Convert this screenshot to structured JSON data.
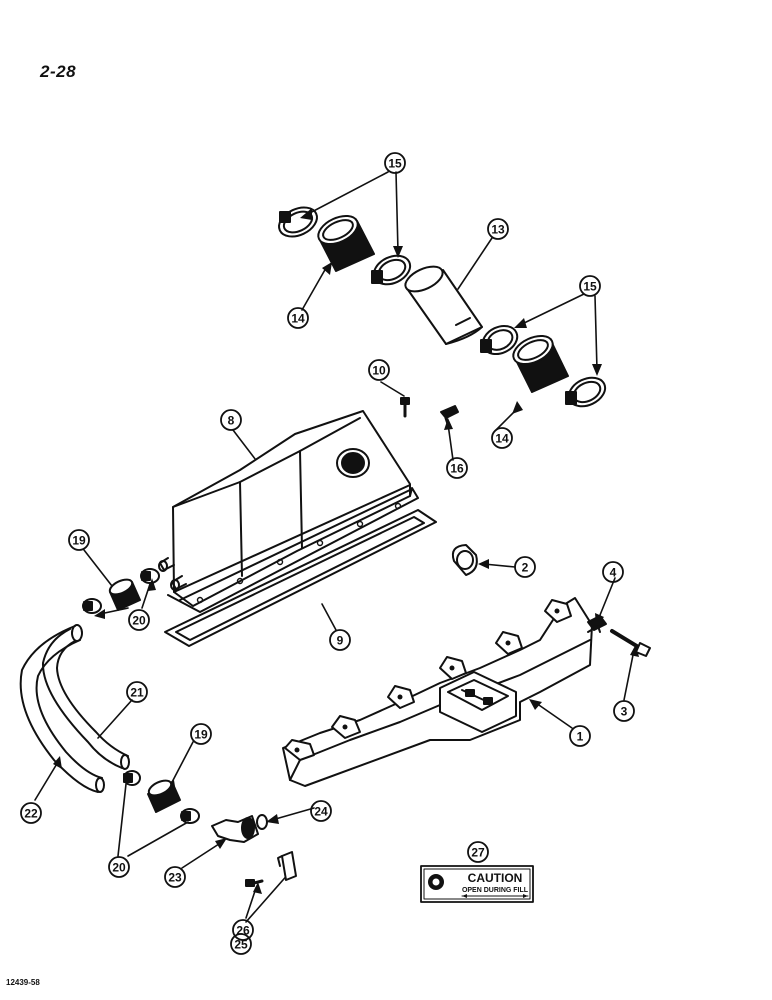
{
  "page_number": "2-28",
  "figure_code": "12439-58",
  "callouts": [
    {
      "id": "15a",
      "label": "15"
    },
    {
      "id": "13",
      "label": "13"
    },
    {
      "id": "14a",
      "label": "14"
    },
    {
      "id": "15b",
      "label": "15"
    },
    {
      "id": "10",
      "label": "10"
    },
    {
      "id": "8",
      "label": "8"
    },
    {
      "id": "14b",
      "label": "14"
    },
    {
      "id": "16",
      "label": "16"
    },
    {
      "id": "19a",
      "label": "19"
    },
    {
      "id": "2",
      "label": "2"
    },
    {
      "id": "4",
      "label": "4"
    },
    {
      "id": "20a",
      "label": "20"
    },
    {
      "id": "9",
      "label": "9"
    },
    {
      "id": "21",
      "label": "21"
    },
    {
      "id": "3",
      "label": "3"
    },
    {
      "id": "19b",
      "label": "19"
    },
    {
      "id": "1",
      "label": "1"
    },
    {
      "id": "22",
      "label": "22"
    },
    {
      "id": "24",
      "label": "24"
    },
    {
      "id": "20b",
      "label": "20"
    },
    {
      "id": "27",
      "label": "27"
    },
    {
      "id": "23",
      "label": "23"
    },
    {
      "id": "26",
      "label": "26"
    },
    {
      "id": "25",
      "label": "25"
    }
  ],
  "decal": {
    "line1": "CAUTION",
    "line2": "OPEN DURING FILL"
  }
}
